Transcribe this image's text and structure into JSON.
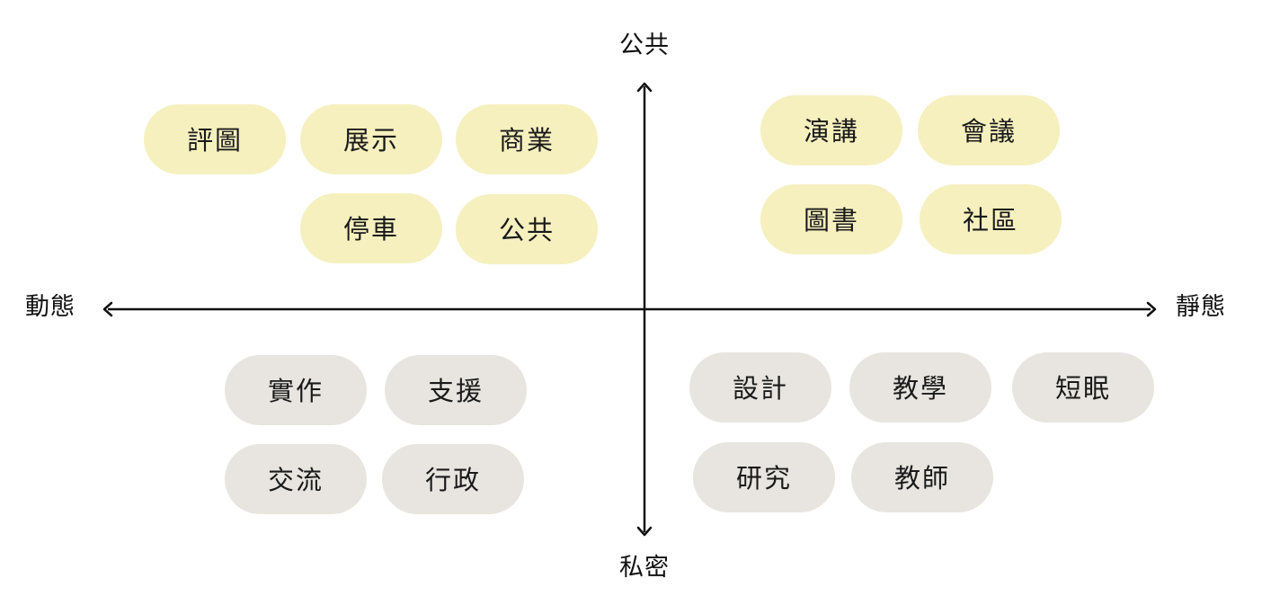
{
  "axes": {
    "top": "公共",
    "bottom": "私密",
    "left": "動態",
    "right": "靜態"
  },
  "colors": {
    "public_fill": "#f6f0bf",
    "private_fill": "#e8e5e0",
    "axis_stroke": "#111111"
  },
  "quadrants": {
    "dynamic_public": [
      "評圖",
      "展示",
      "商業",
      "停車",
      "公共"
    ],
    "static_public": [
      "演講",
      "會議",
      "圖書",
      "社區"
    ],
    "dynamic_private": [
      "實作",
      "支援",
      "交流",
      "行政"
    ],
    "static_private": [
      "設計",
      "教學",
      "短眠",
      "研究",
      "教師"
    ]
  }
}
